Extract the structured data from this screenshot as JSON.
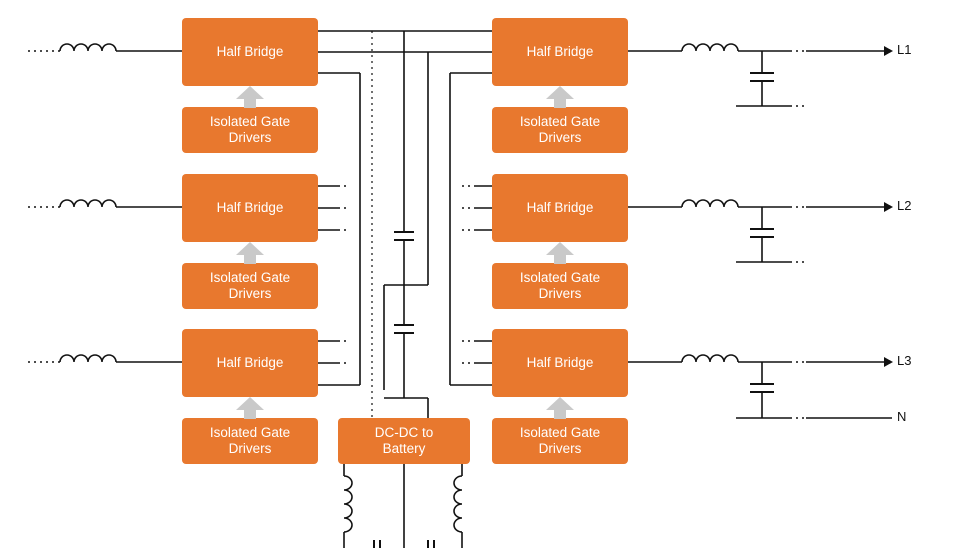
{
  "half_bridge_label": "Half Bridge",
  "gate_driver_label": "Isolated Gate Drivers",
  "dcdc_label": "DC-DC to Battery",
  "outputs": [
    "L1",
    "L2",
    "L3",
    "N"
  ],
  "colors": {
    "block": "#E8782E",
    "arrow": "#c9c9c9",
    "wire": "#111111"
  }
}
